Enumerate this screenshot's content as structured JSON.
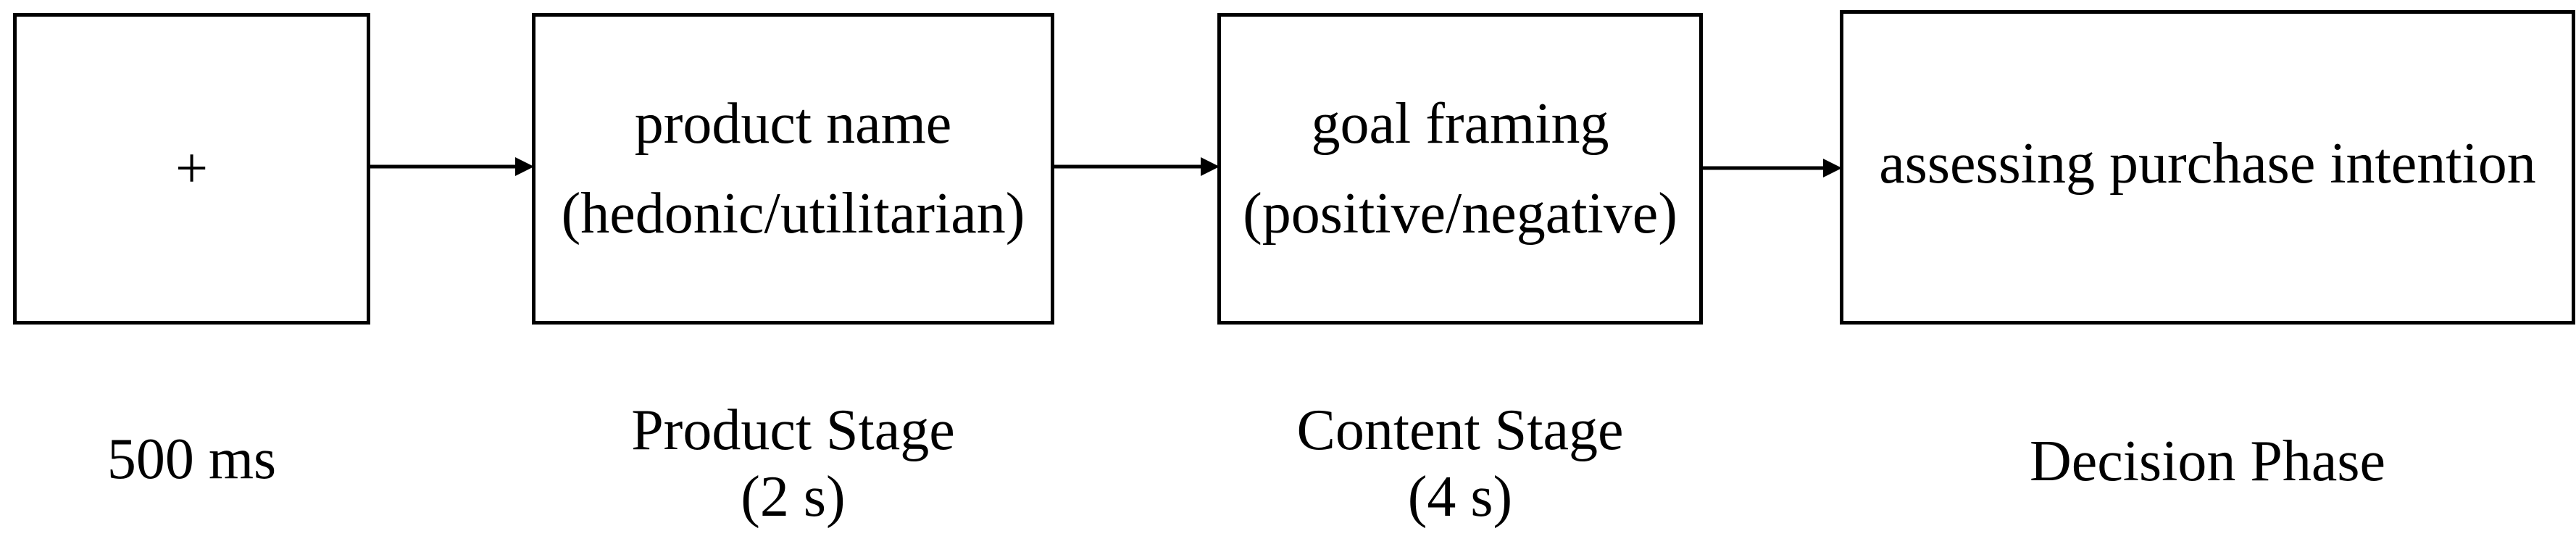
{
  "stages": [
    {
      "id": "fixation",
      "box_lines": [
        "+"
      ],
      "caption_lines": [
        "500 ms"
      ]
    },
    {
      "id": "product",
      "box_lines": [
        "product name",
        "(hedonic/utilitarian)"
      ],
      "caption_lines": [
        "Product Stage",
        "(2 s)"
      ]
    },
    {
      "id": "content",
      "box_lines": [
        "goal framing",
        "(positive/negative)"
      ],
      "caption_lines": [
        "Content Stage",
        "(4 s)"
      ]
    },
    {
      "id": "decision",
      "box_lines": [
        "assessing purchase intention"
      ],
      "caption_lines": [
        "Decision Phase"
      ]
    }
  ],
  "colors": {
    "stroke": "#000000",
    "background": "#ffffff"
  }
}
